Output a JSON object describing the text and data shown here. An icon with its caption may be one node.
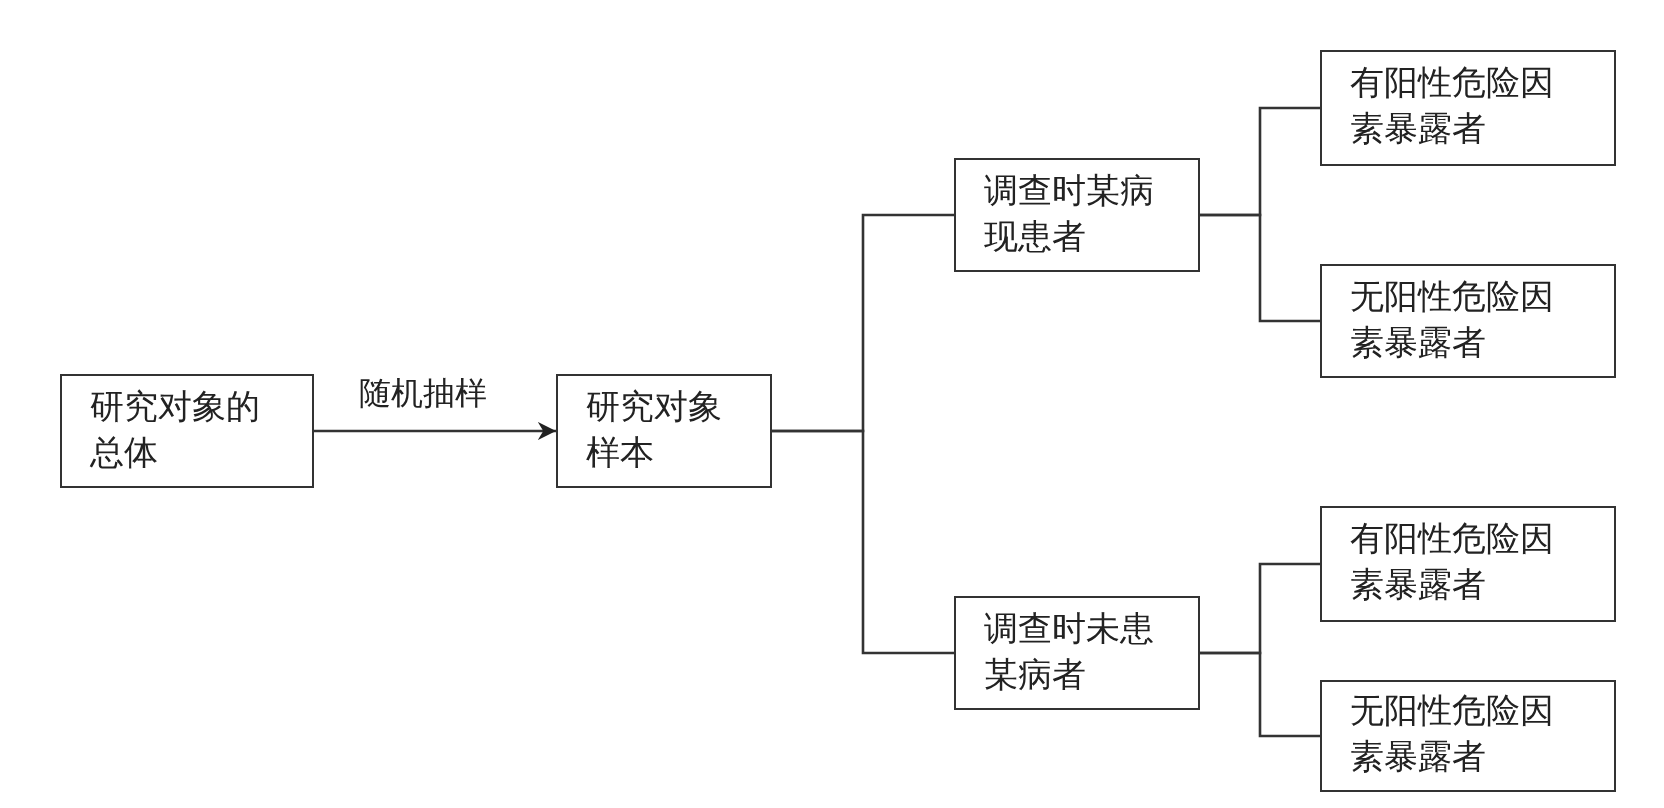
{
  "diagram": {
    "nodes": [
      {
        "text": [
          "研究对象的总体"
        ]
      },
      {
        "text": [
          "研究对象样本"
        ]
      },
      {
        "text": [
          "调查时某病现患者"
        ]
      },
      {
        "text": [
          "调查时未患某病者"
        ]
      },
      {
        "text": [
          "有阳性危险因素暴露者"
        ]
      },
      {
        "text": [
          "无阳性危险因素暴露者"
        ]
      },
      {
        "text": [
          "有阳性危险因素暴露者"
        ]
      },
      {
        "text": [
          "无阳性危险因素暴露者"
        ]
      }
    ],
    "edges": [
      {
        "from": 0,
        "to": 1,
        "arrow": "to",
        "label": "随机抽样"
      },
      {
        "from": 1,
        "to": 2,
        "arrow": "none"
      },
      {
        "from": 1,
        "to": 3,
        "arrow": "none"
      },
      {
        "from": 2,
        "to": 4,
        "arrow": "none"
      },
      {
        "from": 2,
        "to": 5,
        "arrow": "none"
      },
      {
        "from": 3,
        "to": 6,
        "arrow": "none"
      },
      {
        "from": 3,
        "to": 7,
        "arrow": "none"
      }
    ]
  }
}
